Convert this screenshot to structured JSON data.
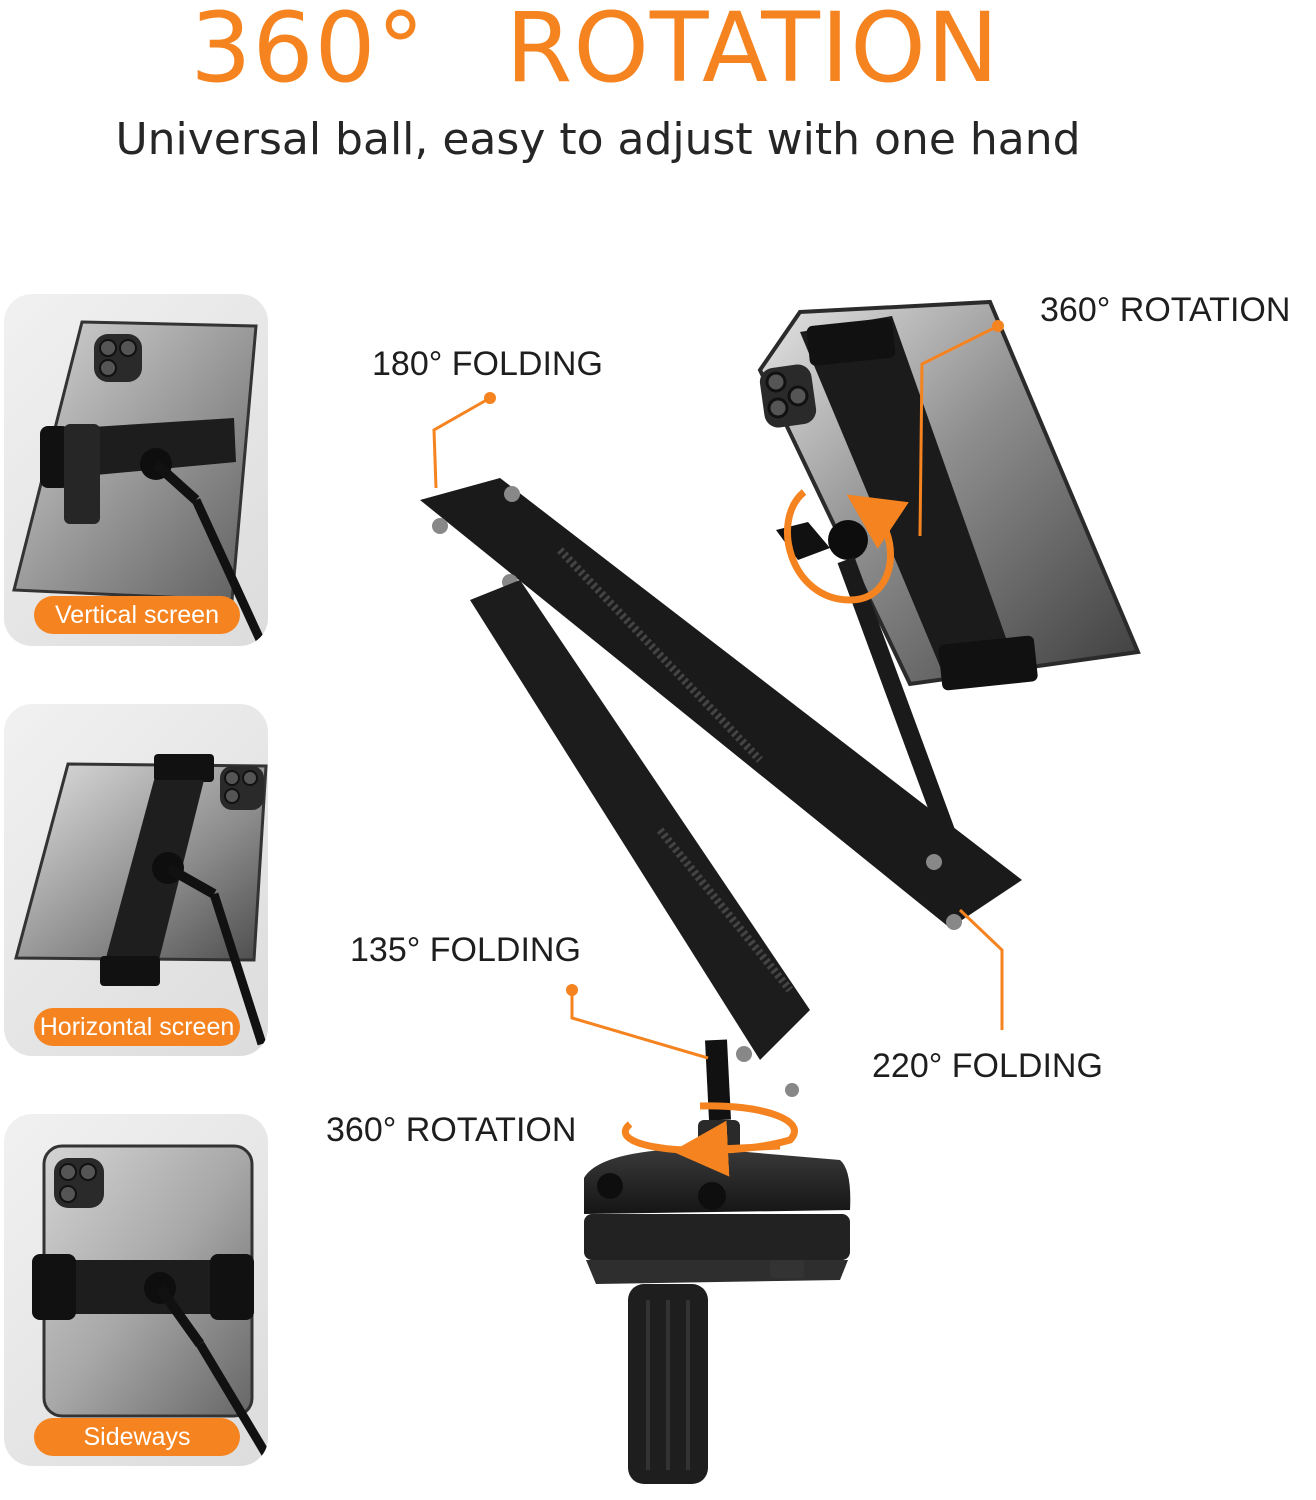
{
  "header": {
    "title_degree": "360°",
    "title_word": "ROTATION",
    "subtitle": "Universal ball, easy to adjust with one hand"
  },
  "modes": [
    {
      "label": "Vertical screen"
    },
    {
      "label": "Horizontal screen"
    },
    {
      "label": "Sideways"
    }
  ],
  "callouts": {
    "tablet_rotation": "360°  ROTATION",
    "elbow_folding": "180°  FOLDING",
    "lower_folding": "135°  FOLDING",
    "upper_folding": "220°  FOLDING",
    "base_rotation": "360°  ROTATION"
  },
  "colors": {
    "accent": "#f5831f",
    "text": "#262626",
    "metal": "#1b1b1b"
  }
}
